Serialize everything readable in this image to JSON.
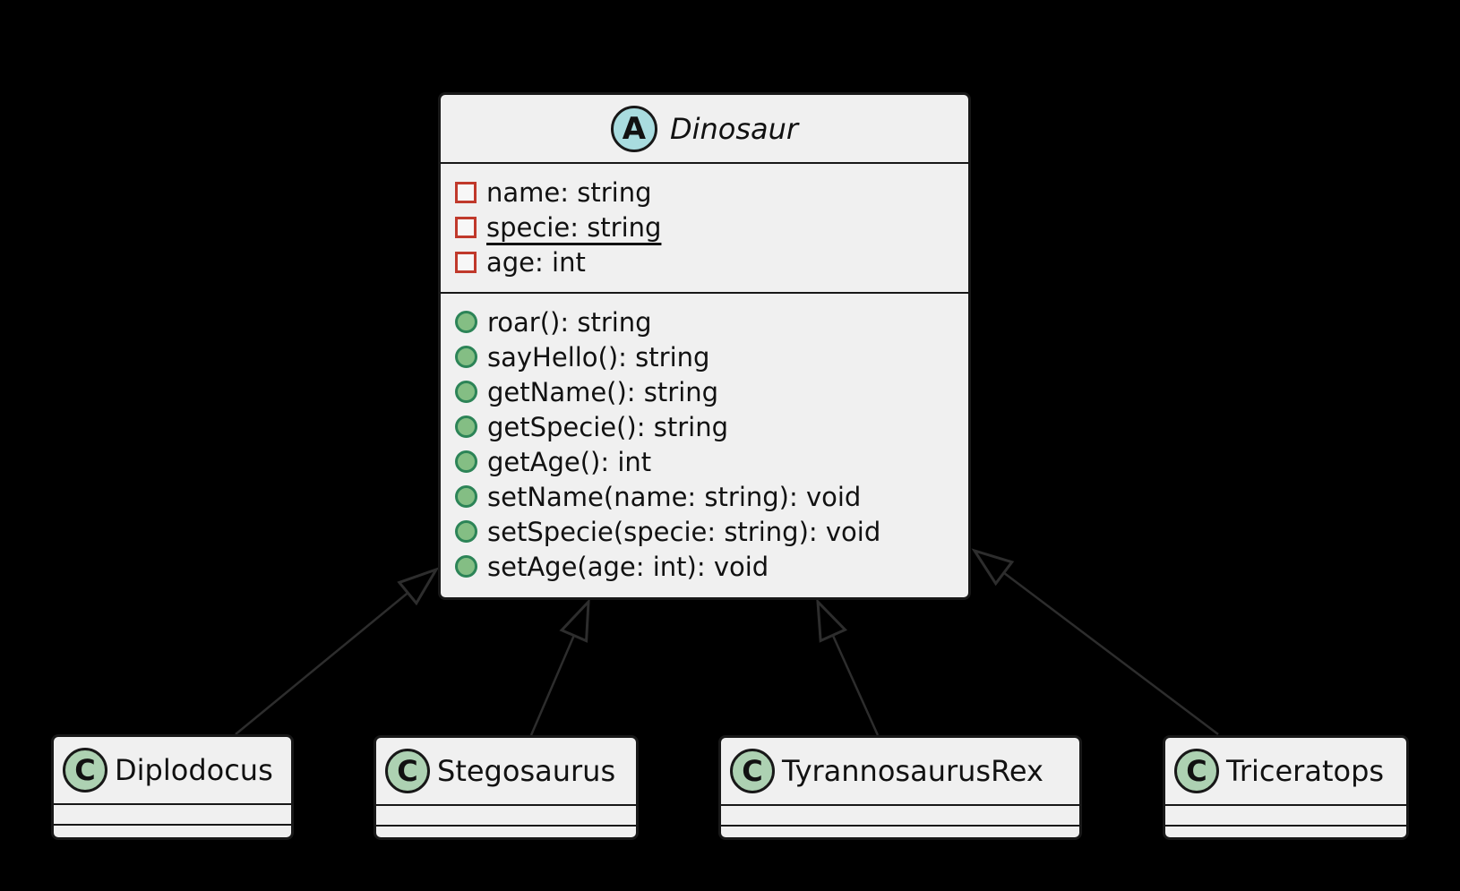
{
  "diagram": {
    "type": "uml-class-diagram",
    "background_color": "#000000",
    "box_fill_color": "#f0f0f0",
    "box_border_color": "#181818",
    "edge_color": "#2d2d2d",
    "abstract_spot_color": "#a9dcdf",
    "class_spot_color": "#add1b2",
    "private_field_icon_color": "#c0392b",
    "public_method_icon_fill": "#84be84",
    "public_method_icon_border": "#2c8457"
  },
  "dinosaur": {
    "spot": "A",
    "name": "Dinosaur",
    "fields": [
      {
        "label": "name: string",
        "visibility": "private",
        "static": false
      },
      {
        "label": "specie: string",
        "visibility": "private",
        "static": true
      },
      {
        "label": "age: int",
        "visibility": "private",
        "static": false
      }
    ],
    "methods": [
      {
        "label": "roar(): string",
        "visibility": "public"
      },
      {
        "label": "sayHello(): string",
        "visibility": "public"
      },
      {
        "label": "getName(): string",
        "visibility": "public"
      },
      {
        "label": "getSpecie(): string",
        "visibility": "public"
      },
      {
        "label": "getAge(): int",
        "visibility": "public"
      },
      {
        "label": "setName(name: string): void",
        "visibility": "public"
      },
      {
        "label": "setSpecie(specie: string): void",
        "visibility": "public"
      },
      {
        "label": "setAge(age: int): void",
        "visibility": "public"
      }
    ]
  },
  "subclasses": [
    {
      "spot": "C",
      "name": "Diplodocus"
    },
    {
      "spot": "C",
      "name": "Stegosaurus"
    },
    {
      "spot": "C",
      "name": "TyrannosaurusRex"
    },
    {
      "spot": "C",
      "name": "Triceratops"
    }
  ],
  "relationships": [
    {
      "from": "Diplodocus",
      "to": "Dinosaur",
      "type": "inheritance"
    },
    {
      "from": "Stegosaurus",
      "to": "Dinosaur",
      "type": "inheritance"
    },
    {
      "from": "TyrannosaurusRex",
      "to": "Dinosaur",
      "type": "inheritance"
    },
    {
      "from": "Triceratops",
      "to": "Dinosaur",
      "type": "inheritance"
    }
  ]
}
